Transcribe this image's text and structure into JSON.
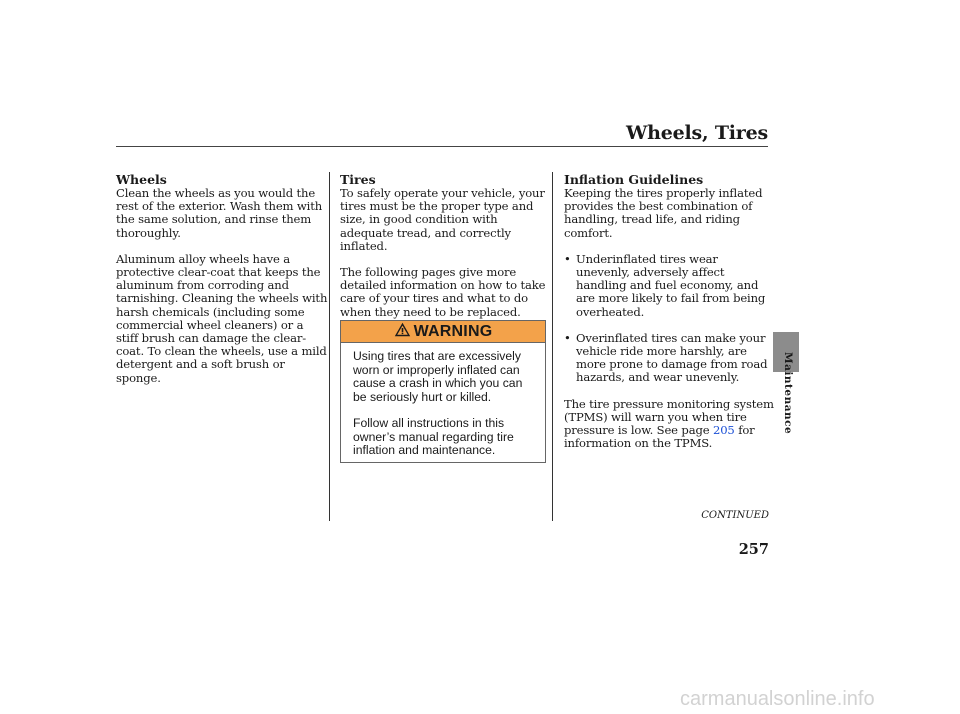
{
  "header": {
    "title": "Wheels, Tires"
  },
  "wheels": {
    "heading": "Wheels",
    "p1": "Clean the wheels as you would the rest of the exterior. Wash them with the same solution, and rinse them thoroughly.",
    "p2": "Aluminum alloy wheels have a protective clear-coat that keeps the aluminum from corroding and tarnishing. Cleaning the wheels with harsh chemicals (including some commercial wheel cleaners) or a stiff brush can damage the clear-coat. To clean the wheels, use a mild detergent and a soft brush or sponge."
  },
  "tires": {
    "heading": "Tires",
    "p1": "To safely operate your vehicle, your tires must be the proper type and size, in good condition with adequate tread, and correctly inflated.",
    "p2": "The following pages give more detailed information on how to take care of your tires and what to do when they need to be replaced."
  },
  "warning": {
    "label": "WARNING",
    "p1": "Using tires that are excessively worn or improperly inflated can cause a crash in which you can be seriously hurt or killed.",
    "p2": "Follow all instructions in this owner’s manual regarding tire inflation and maintenance."
  },
  "inflation": {
    "heading": "Inflation Guidelines",
    "p1": "Keeping the tires properly inflated provides the best combination of handling, tread life, and riding comfort.",
    "bullets": [
      "Underinflated tires wear unevenly, adversely affect handling and fuel economy, and are more likely to fail from being overheated.",
      "Overinflated tires can make your vehicle ride more harshly, are more prone to damage from road hazards, and wear unevenly."
    ],
    "tpms_before": "The tire pressure monitoring system (TPMS) will warn you when tire pressure is low. See page ",
    "tpms_page": "205",
    "tpms_after": " for information on the TPMS."
  },
  "side_tab": {
    "label": "Maintenance"
  },
  "footer": {
    "continued": "CONTINUED",
    "page_number": "257"
  },
  "watermark": "carmanualsonline.info"
}
